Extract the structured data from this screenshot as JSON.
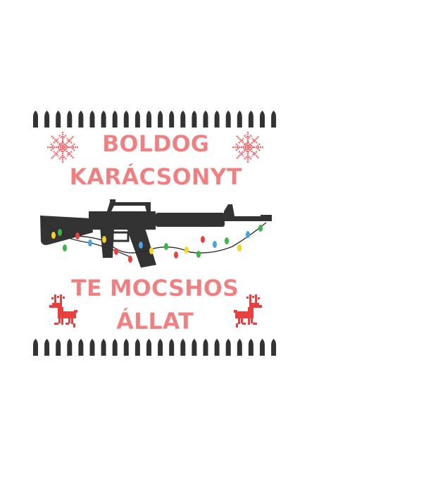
{
  "greeting": {
    "line1": "BOLDOG",
    "line2": "KARÁCSONYT",
    "line3": "TE MOCSHOS",
    "line4": "ÁLLAT"
  },
  "icons": {
    "top_left": "snowflake-icon",
    "top_right": "snowflake-icon",
    "center": "rifle-icon",
    "lights": "christmas-lights-icon",
    "bottom_left": "reindeer-icon",
    "bottom_right": "reindeer-icon",
    "borders": "bullet-row-icon"
  },
  "colors": {
    "text": "#ef7f80",
    "dark": "#333333",
    "reindeer": "#e8403f",
    "snowflake": "#ef6b6f",
    "background": "#ffffff"
  }
}
